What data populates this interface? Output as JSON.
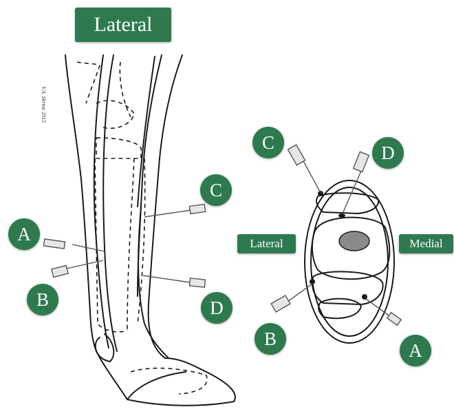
{
  "colors": {
    "badge_fill": "#2e7a4e",
    "line": "#1a1a1a",
    "needle": "#555555"
  },
  "labels": {
    "lateral_main": "Lateral",
    "lateral_section": "Lateral",
    "medial_section": "Medial"
  },
  "leg_markers": {
    "A": "A",
    "B": "B",
    "C": "C",
    "D": "D"
  },
  "section_markers": {
    "A": "A",
    "B": "B",
    "C": "C",
    "D": "D"
  },
  "signature": "V.A. Skrine 2015"
}
